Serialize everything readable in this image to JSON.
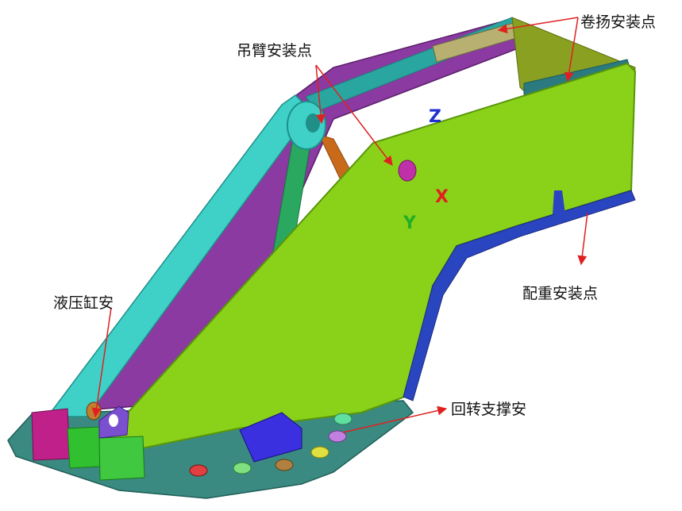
{
  "labels": {
    "winch": "卷扬安装点",
    "boom": "吊臂安装点",
    "counterweight": "配重安装点",
    "cylinder": "液压缸安",
    "slewing": "回转支撑安"
  },
  "axes": {
    "x": "X",
    "y": "Y",
    "z": "Z"
  },
  "colors": {
    "green": "#8ad11a",
    "purple": "#7a2a8c",
    "cyan": "#3fd0c8",
    "base": "#3a8a82",
    "blue": "#2a45c0",
    "magenta": "#c0208a",
    "arrow": "#e02020",
    "axis_x": "#e02020",
    "axis_y": "#22b022",
    "axis_z": "#2030d0"
  }
}
